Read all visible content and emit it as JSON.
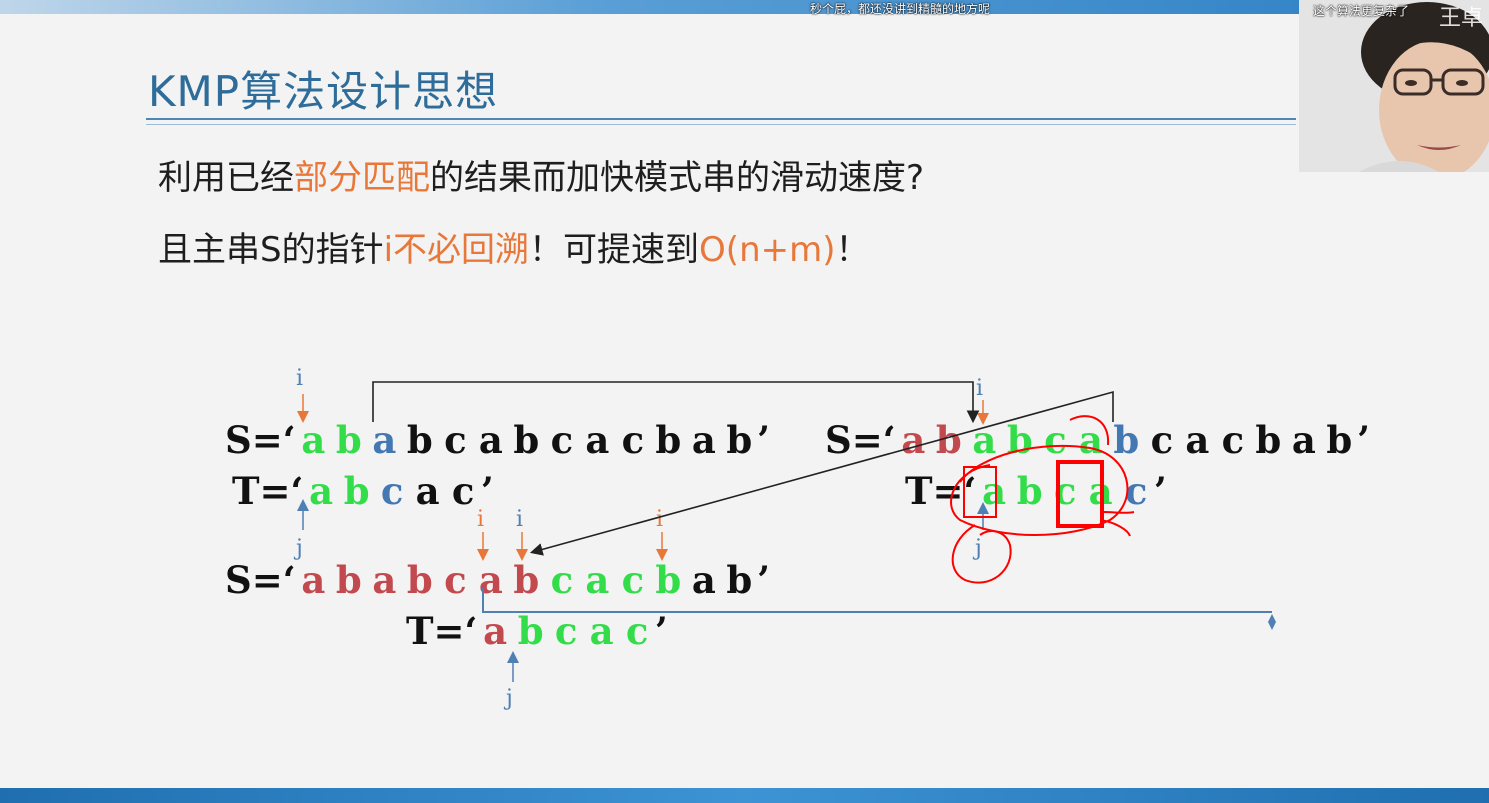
{
  "danmaku": {
    "top": "秒个屁，都还没讲到精髓的地方呢",
    "corner": "这个算法更复杂了"
  },
  "webcam": {
    "watermark": "王卓"
  },
  "slide": {
    "title": "KMP算法设计思想",
    "line1": {
      "a": "利用已经",
      "b": "部分匹配",
      "c": "的结果而加快模式串的滑动速度?"
    },
    "line2": {
      "a": "且主串S的指针",
      "b": "i不必回溯",
      "c": "！可提速到",
      "d": "O(n+m)",
      "e": "！"
    }
  },
  "diagram": {
    "pointer_i": "i",
    "pointer_j": "j",
    "seq1": {
      "S_prefix": "S=‘",
      "S_chars": [
        "a",
        "b",
        "a",
        "b",
        "c",
        "a",
        "b",
        "c",
        "a",
        "c",
        "b",
        "a",
        "b"
      ],
      "S_suffix": "’",
      "T_prefix": "T=‘",
      "T_chars": [
        "a",
        "b",
        "c",
        "a",
        "c"
      ],
      "T_suffix": "’"
    },
    "seq2": {
      "S_prefix": "S=‘",
      "S_chars": [
        "a",
        "b",
        "a",
        "b",
        "c",
        "a",
        "b",
        "c",
        "a",
        "c",
        "b",
        "a",
        "b"
      ],
      "S_suffix": "’",
      "T_prefix": "T=‘",
      "T_chars": [
        "a",
        "b",
        "c",
        "a",
        "c"
      ],
      "T_suffix": "’"
    },
    "seq3": {
      "S_prefix": "S=‘",
      "S_chars": [
        "a",
        "b",
        "a",
        "b",
        "c",
        "a",
        "b",
        "c",
        "a",
        "c",
        "b",
        "a",
        "b"
      ],
      "S_suffix": "’",
      "T_prefix": "T=‘",
      "T_chars": [
        "a",
        "b",
        "c",
        "a",
        "c"
      ],
      "T_suffix": "’"
    },
    "colors": {
      "matched_red": "#c24a4f",
      "matching_green": "#33dd4a",
      "mismatch_blue": "#4478b3",
      "pointer_orange": "#e8783a",
      "annotation_red": "#ff0000"
    }
  }
}
